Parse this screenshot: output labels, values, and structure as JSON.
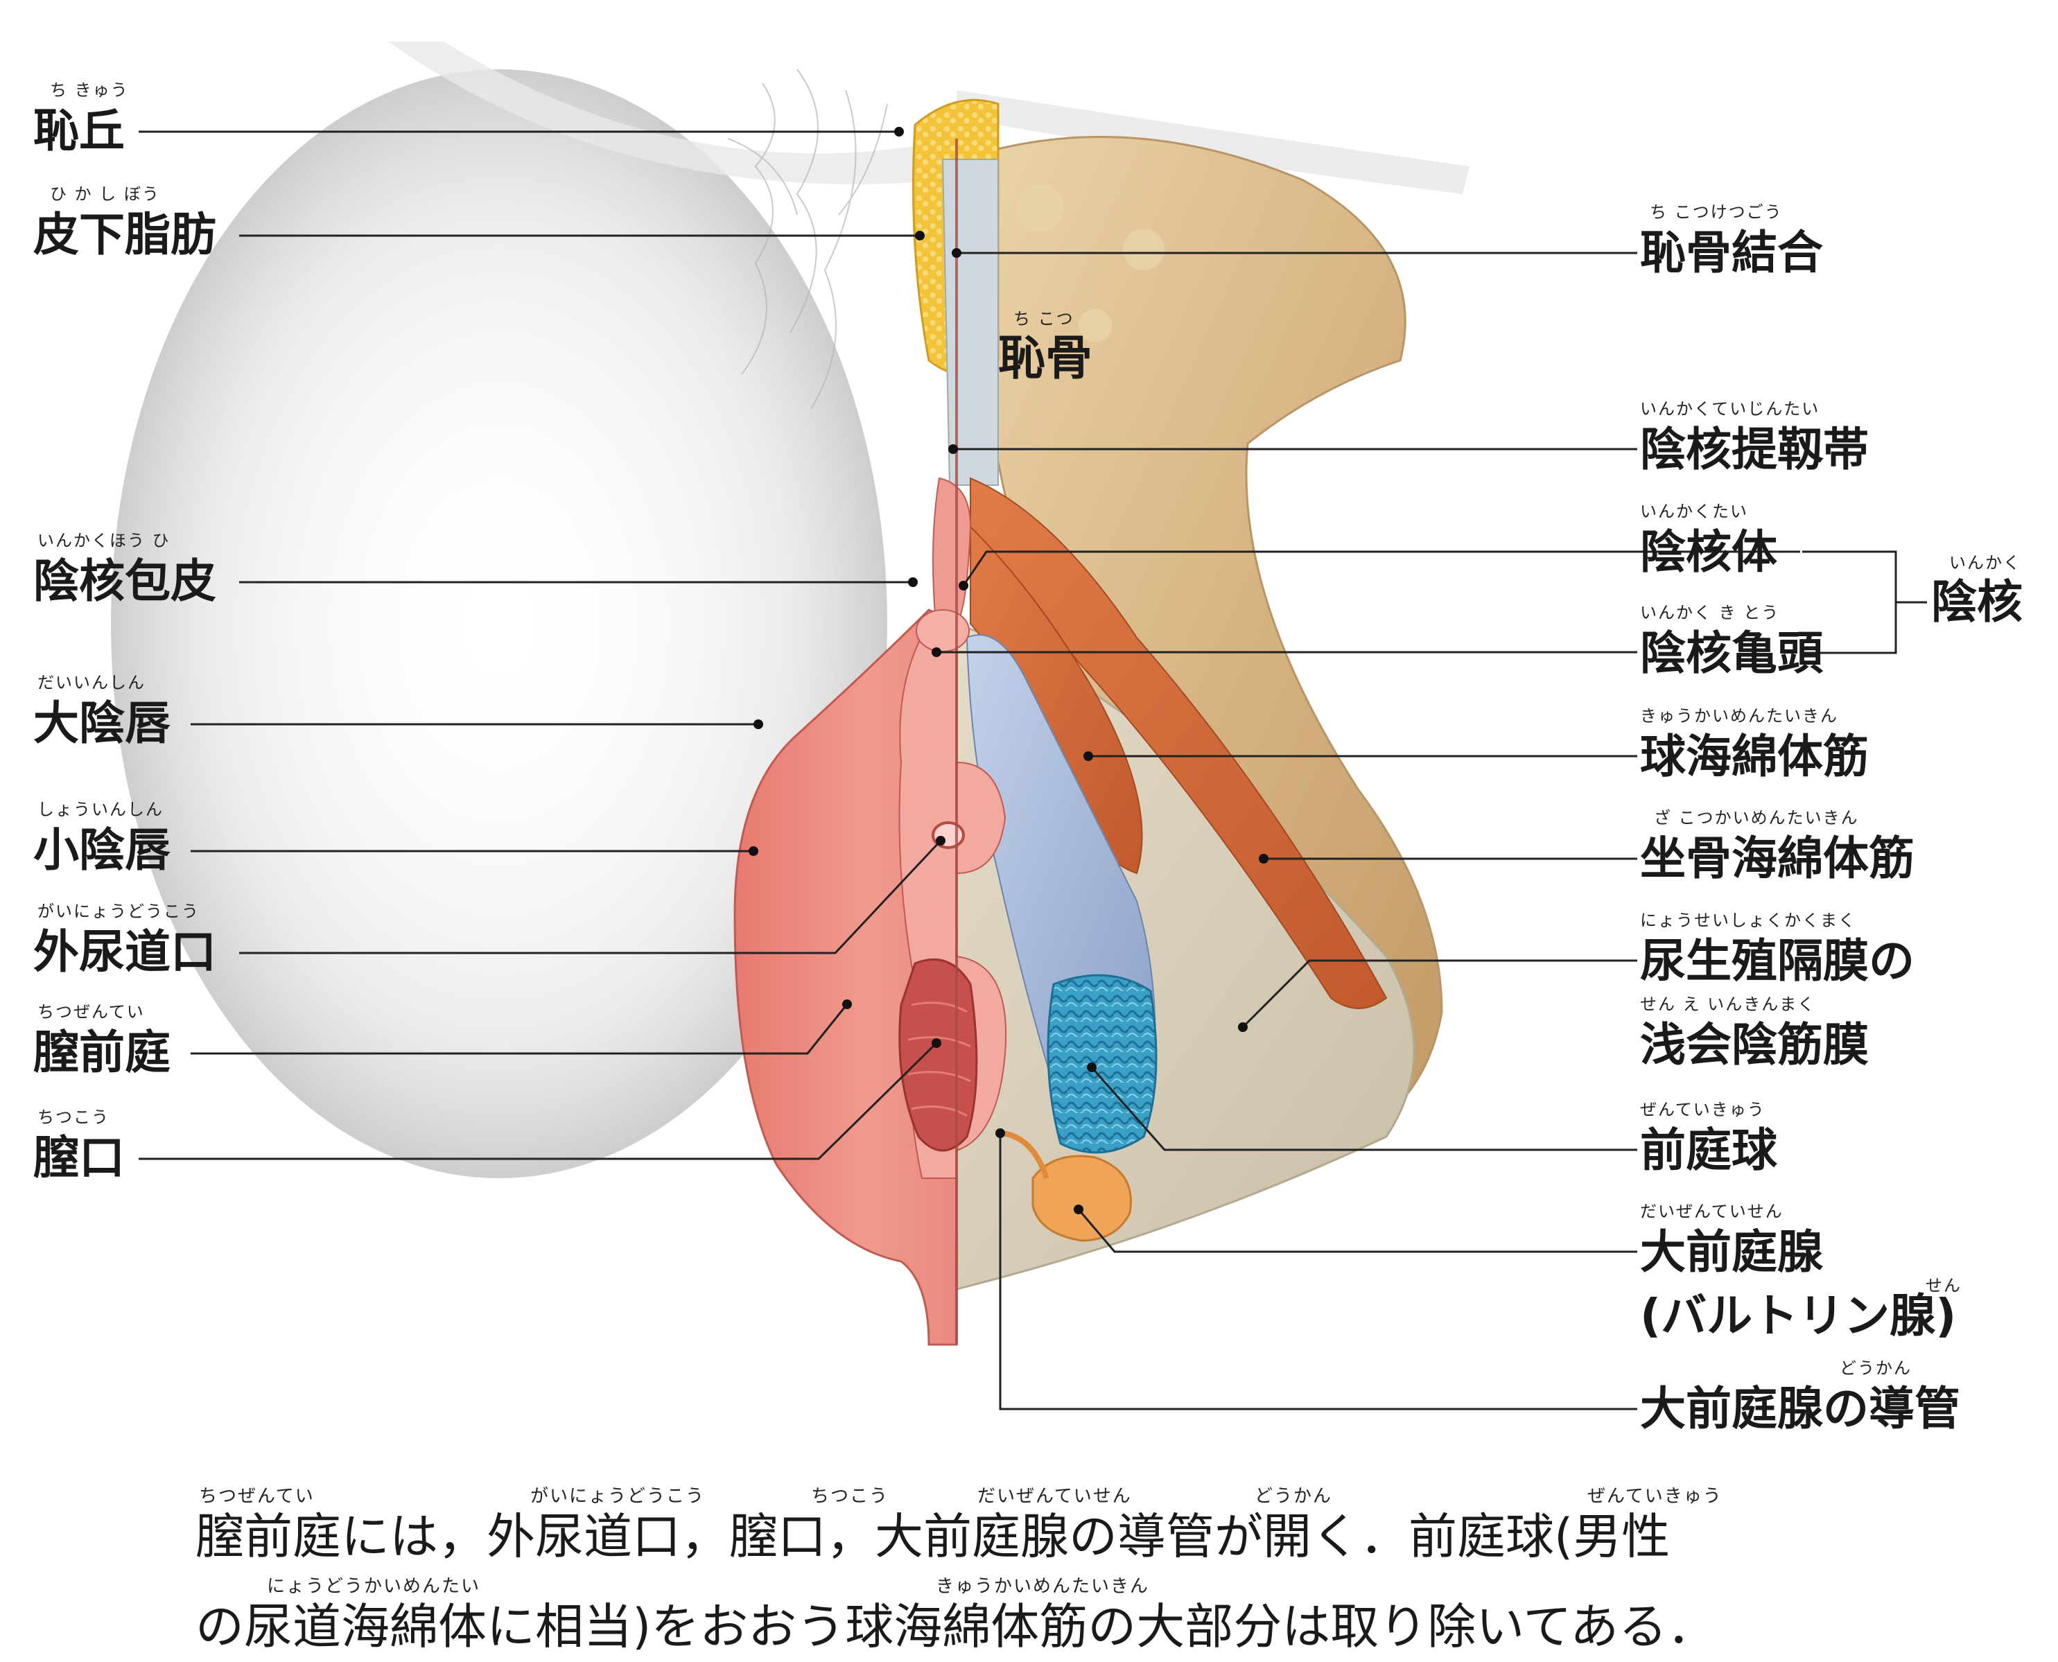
{
  "labels_left": [
    {
      "id": "mons",
      "text": "恥丘",
      "ruby": "ち きゅう"
    },
    {
      "id": "subcutaneous-fat",
      "text": "皮下脂肪",
      "ruby": "ひ か し ぼう"
    },
    {
      "id": "prepuce",
      "text": "陰核包皮",
      "ruby": "いんかくほう ひ"
    },
    {
      "id": "labia-majora",
      "text": "大陰唇",
      "ruby": "だいいんしん"
    },
    {
      "id": "labia-minora",
      "text": "小陰唇",
      "ruby": "しょういんしん"
    },
    {
      "id": "urethral-orifice",
      "text": "外尿道口",
      "ruby": "がいにょうどうこう"
    },
    {
      "id": "vestibule",
      "text": "膣前庭",
      "ruby": "ちつぜんてい"
    },
    {
      "id": "vaginal-orifice",
      "text": "膣口",
      "ruby": "ちつこう"
    }
  ],
  "labels_right": [
    {
      "id": "pubic-symphysis",
      "text": "恥骨結合",
      "ruby": "ち こつけつごう"
    },
    {
      "id": "suspensory-ligament",
      "text": "陰核提靱帯",
      "ruby": "いんかくていじんたい"
    },
    {
      "id": "clitoral-body",
      "text": "陰核体",
      "ruby": "いんかくたい"
    },
    {
      "id": "glans",
      "text": "陰核亀頭",
      "ruby": "いんかく き とう"
    },
    {
      "id": "bulbospongiosus",
      "text": "球海綿体筋",
      "ruby": "きゅうかいめんたいきん"
    },
    {
      "id": "ischiocavernosus",
      "text": "坐骨海綿体筋",
      "ruby": "ざ こつかいめんたいきん"
    },
    {
      "id": "urogenital-diaphragm-1",
      "text": "尿生殖隔膜の",
      "ruby": "にょうせいしょくかくまく"
    },
    {
      "id": "urogenital-diaphragm-2",
      "text": "浅会陰筋膜",
      "ruby": "せん え いんきんまく"
    },
    {
      "id": "vestibular-bulb",
      "text": "前庭球",
      "ruby": "ぜんていきゅう"
    },
    {
      "id": "bartholin-1",
      "text": "大前庭腺",
      "ruby": "だいぜんていせん"
    },
    {
      "id": "bartholin-2",
      "text": "(バルトリン腺)",
      "ruby": "せん"
    },
    {
      "id": "bartholin-duct",
      "text": "大前庭腺の導管",
      "ruby": "どうかん"
    }
  ],
  "group_label": {
    "text": "陰核",
    "ruby": "いんかく"
  },
  "pubic_bone": {
    "text": "恥骨",
    "ruby": "ち こつ"
  },
  "caption": {
    "line1": "膣前庭には，外尿道口，膣口，大前庭腺の導管が開く．前庭球(男性",
    "line1_ruby": [
      "ちつぜんてい",
      "がいにょうどうこう",
      "ちつこう",
      "だいぜんていせん",
      "どうかん",
      "ぜんていきゅう"
    ],
    "line2": "の尿道海綿体に相当)をおおう球海綿体筋の大部分は取り除いてある．",
    "line2_ruby": [
      "にょうどうかいめんたい",
      "きゅうかいめんたいきん"
    ]
  },
  "colors": {
    "bone": "#d9b98a",
    "bone_dark": "#b88f5c",
    "fat": "#f2c232",
    "muscle": "#d4693a",
    "bulb": "#9fb3d6",
    "bulb_cut": "#3fa3c8",
    "gland": "#f0a458",
    "vulva": "#ec8c80",
    "vulva_dark": "#c95a55",
    "membrane": "#d7ccb6",
    "skin_shadow": "#e4e4e4"
  }
}
